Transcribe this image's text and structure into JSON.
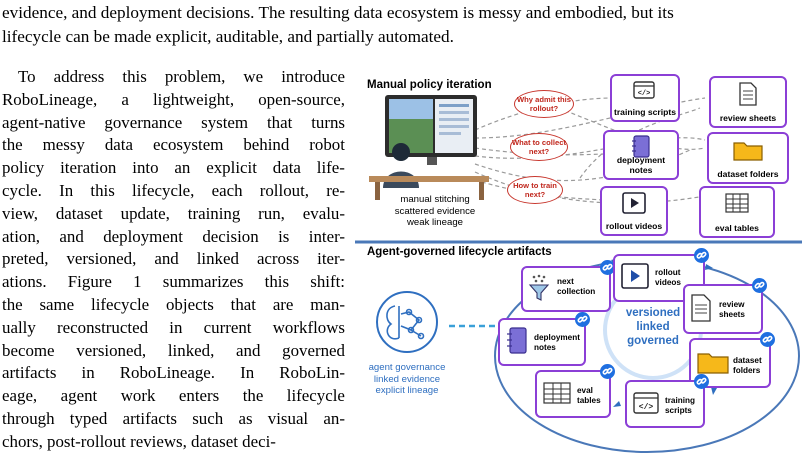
{
  "paragraph_top": [
    "evidence, and deployment decisions. The resulting data ecosystem is messy and embodied, but its",
    "lifecycle can be made explicit, auditable, and partially automated."
  ],
  "paragraph_body": [
    "To address this problem, we introduce",
    "RoboLineage, a lightweight, open-source,",
    "agent-native governance system that turns",
    "the messy data ecosystem behind robot",
    "policy iteration into an explicit data life-",
    "cycle. In this lifecycle, each rollout, re-",
    "view, dataset update, training run, evalu-",
    "ation, and deployment decision is inter-",
    "preted, versioned, and linked across iter-",
    "ations. Figure 1 summarizes this shift:",
    "the same lifecycle objects that are man-",
    "ually reconstructed in current workflows",
    "become versioned, linked, and governed",
    "artifacts in RoboLineage. In RoboLin-",
    "eage, agent work enters the lifecycle",
    "through typed artifacts such as visual an-",
    "chors, post-rollout reviews, dataset deci-"
  ],
  "figure": {
    "manual_panel": {
      "title": "Manual policy iteration",
      "questions": [
        "Why admit this rollout?",
        "What to collect next?",
        "How to train next?"
      ],
      "caption": [
        "manual stitching",
        "scattered evidence",
        "weak lineage"
      ],
      "artifacts": {
        "training_scripts": "training scripts",
        "review_sheets": "review sheets",
        "deployment_notes": "deployment notes",
        "dataset_folders": "dataset folders",
        "rollout_videos": "rollout videos",
        "eval_tables": "eval tables"
      }
    },
    "agent_panel": {
      "title": "Agent-governed lifecycle artifacts",
      "caption": [
        "agent governance",
        "linked evidence",
        "explicit lineage"
      ],
      "center": [
        "versioned",
        "linked",
        "governed"
      ],
      "artifacts": {
        "next_collection": [
          "next",
          "collection"
        ],
        "rollout_videos": [
          "rollout",
          "videos"
        ],
        "review_sheets": [
          "review",
          "sheets"
        ],
        "dataset_folders": [
          "dataset",
          "folders"
        ],
        "training_scripts": [
          "training",
          "scripts"
        ],
        "eval_tables": [
          "eval",
          "tables"
        ],
        "deployment_notes": [
          "deployment",
          "notes"
        ]
      }
    },
    "colors": {
      "artifact_border": "#8b3fd6",
      "question": "#c8382f",
      "agent_blue": "#2f6fc0",
      "divider": "#4a78b8"
    }
  }
}
